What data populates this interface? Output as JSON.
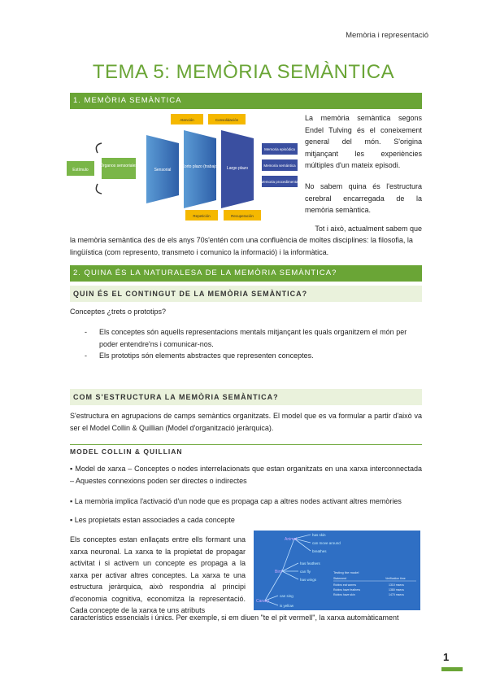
{
  "header": {
    "running_title": "Memòria i representació"
  },
  "title": "TEMA 5: MEMÒRIA SEMÀNTICA",
  "section1": {
    "heading": "1. MEMÒRIA SEMÀNTICA",
    "para1": "La memòria semàntica segons Endel Tulving és el coneixement general del món. S'origina mitjançant les experiències múltiples d'un mateix episodi.",
    "para2": "No sabem quina és l'estructura cerebral encarregada de la memòria semàntica.",
    "para3_right": "Tot i això, actualment sabem que",
    "para3_rest": "la memòria semàntica des de els anys 70s'entén com una confluència de moltes disciplines: la filosofia, la lingüística (com represento, transmeto i comunico la informació) i la informàtica."
  },
  "diagram1": {
    "estimulo": "Estímulo",
    "organos": "Órganos sensoriales",
    "sensorial": "Sensorial",
    "corto": "Corto plazo (trabajo)",
    "largo": "Largo plazo",
    "atencion": "Atención",
    "consolidacion": "Consolidación",
    "repeticion": "Repetición",
    "recuperacion": "Recuperación",
    "episodica": "Memoria episódica",
    "semantica": "Memoria semántica",
    "procedimental": "Memoria procedimental"
  },
  "section2": {
    "heading": "2. QUINA ÉS LA NATURALESA DE LA MEMÒRIA SEMÀNTICA?",
    "sub1": "QUIN ÉS EL CONTINGUT DE LA MEMÒRIA SEMÀNTICA?",
    "q": "Conceptes ¿trets o prototips?",
    "bullet1": "Els conceptes són aquells representacions mentals mitjançant les quals organitzem el món per poder entendre'ns i comunicar-nos.",
    "bullet2": "Els prototips són elements abstractes que representen conceptes.",
    "sub2": "COM S'ESTRUCTURA LA MEMÒRIA SEMÀNTICA?",
    "struct": "S'estructura en agrupacions de camps semàntics organitzats. El model que es va formular a partir d'això va ser el Model Collin & Quillian (Model d'organització jeràrquica).",
    "model_label": "MODEL COLLIN & QUILLIAN",
    "m1": "▪ Model de xarxa – Conceptes o nodes interrelacionats que estan organitzats en una xarxa interconnectada – Aquestes connexions poden ser directes o indirectes",
    "m2": "▪ La memòria implica l'activació d'un node que es propaga cap a altres nodes activant altres memòries",
    "m3": "▪ Les propietats estan associades a cada concepte",
    "final": "Els conceptes estan enllaçats entre ells formant una xarxa neuronal. La xarxa te la propietat de propagar activitat i si activem un concepte es propaga a la xarxa per activar altres conceptes. La xarxa te una estructura jeràrquica, això respondria al principi d'economia cognitiva, economitza la representació. Cada concepte de la xarxa te uns atributs",
    "final_last": "característics essencials i únics. Per exemple, si em diuen \"te el pit vermell\", la xarxa automàticament"
  },
  "diagram2": {
    "animal": "Animal",
    "has_skin": "has skin",
    "can_move": "can move around",
    "breathes": "breathes",
    "bird": "Bird",
    "has_feathers": "has feathers",
    "can_fly": "can fly",
    "has_wings": "has wings",
    "canary": "Canary",
    "can_sing": "can sing",
    "is_yellow": "is yellow",
    "testing": "Testing the model",
    "statement": "Statement",
    "verif": "Verification time",
    "rows": [
      [
        "Robins eat worms",
        "1310 msecs"
      ],
      [
        "Robins have feathers",
        "1380 msecs"
      ],
      [
        "Robins have skin",
        "1470 msecs"
      ]
    ]
  },
  "page_number": "1"
}
